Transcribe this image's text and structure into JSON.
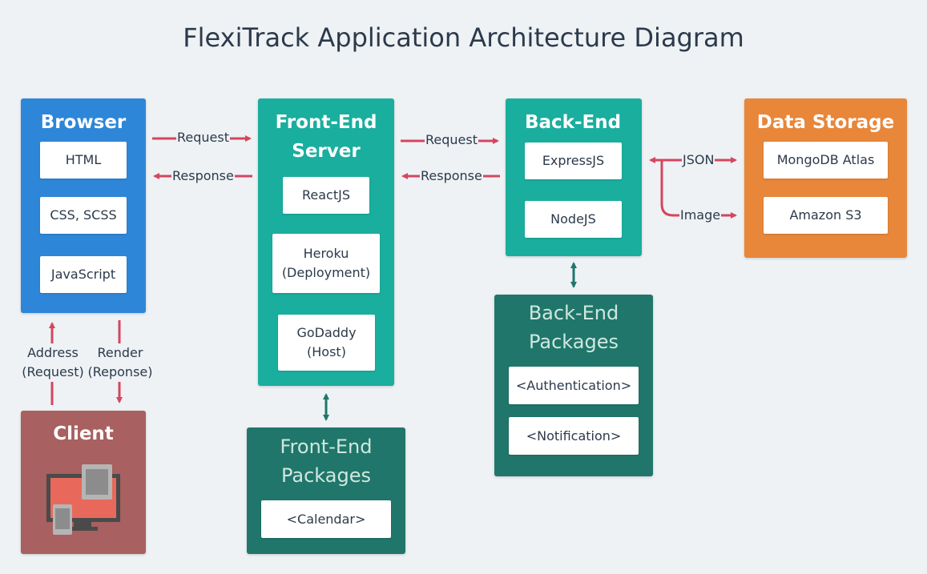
{
  "title": "FlexiTrack Application Architecture Diagram",
  "colors": {
    "browser": "#2e86d8",
    "frontend": "#1aae9f",
    "backend": "#1aae9f",
    "storage": "#e8863a",
    "packages": "#20766a",
    "client": "#a86060",
    "arrow_red": "#d6455e",
    "arrow_green": "#20766a"
  },
  "browser": {
    "title": "Browser",
    "items": [
      "HTML",
      "CSS, SCSS",
      "JavaScript"
    ]
  },
  "frontend": {
    "title_line1": "Front-End",
    "title_line2": "Server",
    "items": [
      "ReactJS",
      "Heroku\n(Deployment)",
      "GoDaddy\n(Host)"
    ]
  },
  "backend": {
    "title": "Back-End",
    "items": [
      "ExpressJS",
      "NodeJS"
    ]
  },
  "storage": {
    "title": "Data Storage",
    "items": [
      "MongoDB Atlas",
      "Amazon S3"
    ]
  },
  "frontend_packages": {
    "title_line1": "Front-End",
    "title_line2": "Packages",
    "items": [
      "<Calendar>"
    ]
  },
  "backend_packages": {
    "title_line1": "Back-End",
    "title_line2": "Packages",
    "items": [
      "<Authentication>",
      "<Notification>"
    ]
  },
  "client": {
    "title": "Client",
    "icon": "devices-icon"
  },
  "edges": {
    "browser_frontend_request": "Request",
    "browser_frontend_response": "Response",
    "frontend_backend_request": "Request",
    "frontend_backend_response": "Response",
    "backend_storage_json": "JSON",
    "backend_storage_image": "Image",
    "client_browser_address": "Address\n(Request)",
    "browser_client_render": "Render\n(Reponse)"
  }
}
